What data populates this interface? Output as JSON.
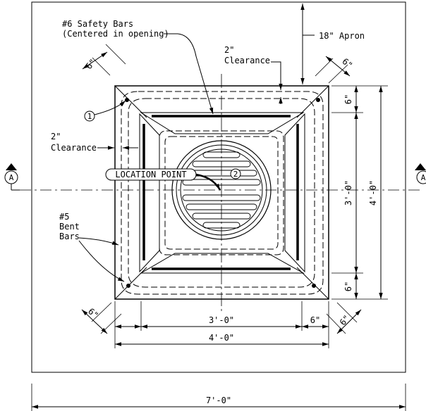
{
  "labels": {
    "safety_bars_line1": "#6 Safety Bars",
    "safety_bars_line2": "(Centered in opening)",
    "apron": "18\" Apron",
    "clearance_top_line1": "2\"",
    "clearance_top_line2": "Clearance",
    "clearance_left_line1": "2\"",
    "clearance_left_line2": "Clearance",
    "bent_bars_line1": "#5",
    "bent_bars_line2": "Bent",
    "bent_bars_line3": "Bars",
    "location_point": "LOCATION POINT",
    "callout_1": "1",
    "callout_2": "2",
    "section_marker": "A"
  },
  "dimensions": {
    "diag_top_left": "6\"",
    "diag_top_right": "6\"",
    "diag_bottom_left": "6\"",
    "diag_bottom_right": "6\"",
    "right_top": "6\"",
    "right_mid": "3'-0\"",
    "right_bottom": "6\"",
    "right_overall": "4'-0\"",
    "bottom_inner": "3'-0\"",
    "bottom_right": "6\"",
    "bottom_overall": "4'-0\"",
    "apron_overall": "7'-0\""
  }
}
